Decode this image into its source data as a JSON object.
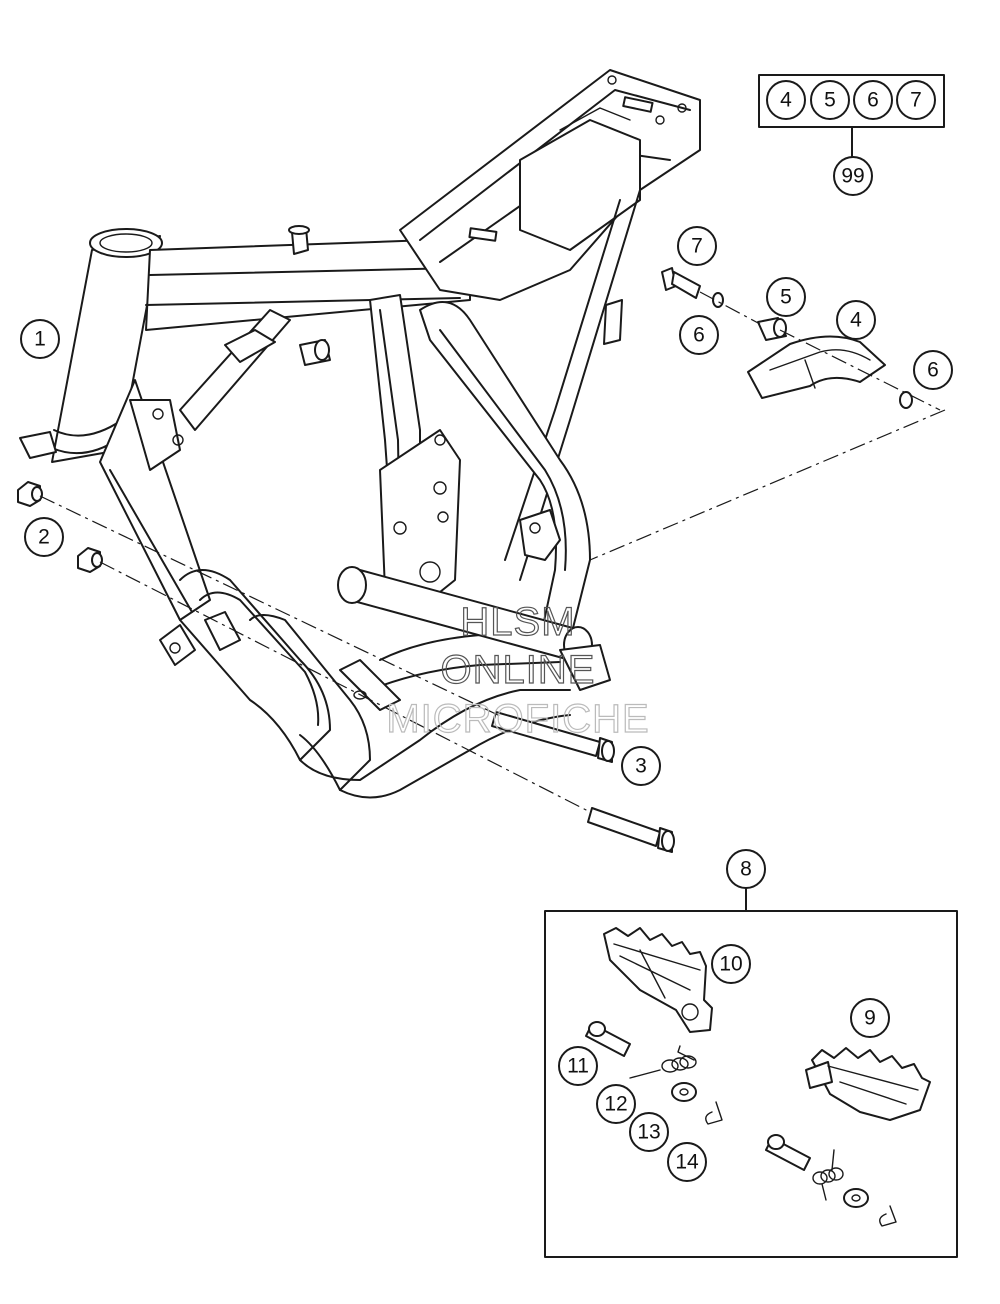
{
  "callouts": {
    "c1": "1",
    "c2": "2",
    "c3": "3",
    "c4": "4",
    "c5": "5",
    "c6a": "6",
    "c6b": "6",
    "c7": "7",
    "c8": "8",
    "c9": "9",
    "c10": "10",
    "c11": "11",
    "c12": "12",
    "c13": "13",
    "c14": "14"
  },
  "kit": {
    "items": [
      "4",
      "5",
      "6",
      "7"
    ],
    "number": "99"
  },
  "watermark": {
    "line1": "HLSM",
    "line2": "ONLINE",
    "line3": "MICROFICHE"
  }
}
